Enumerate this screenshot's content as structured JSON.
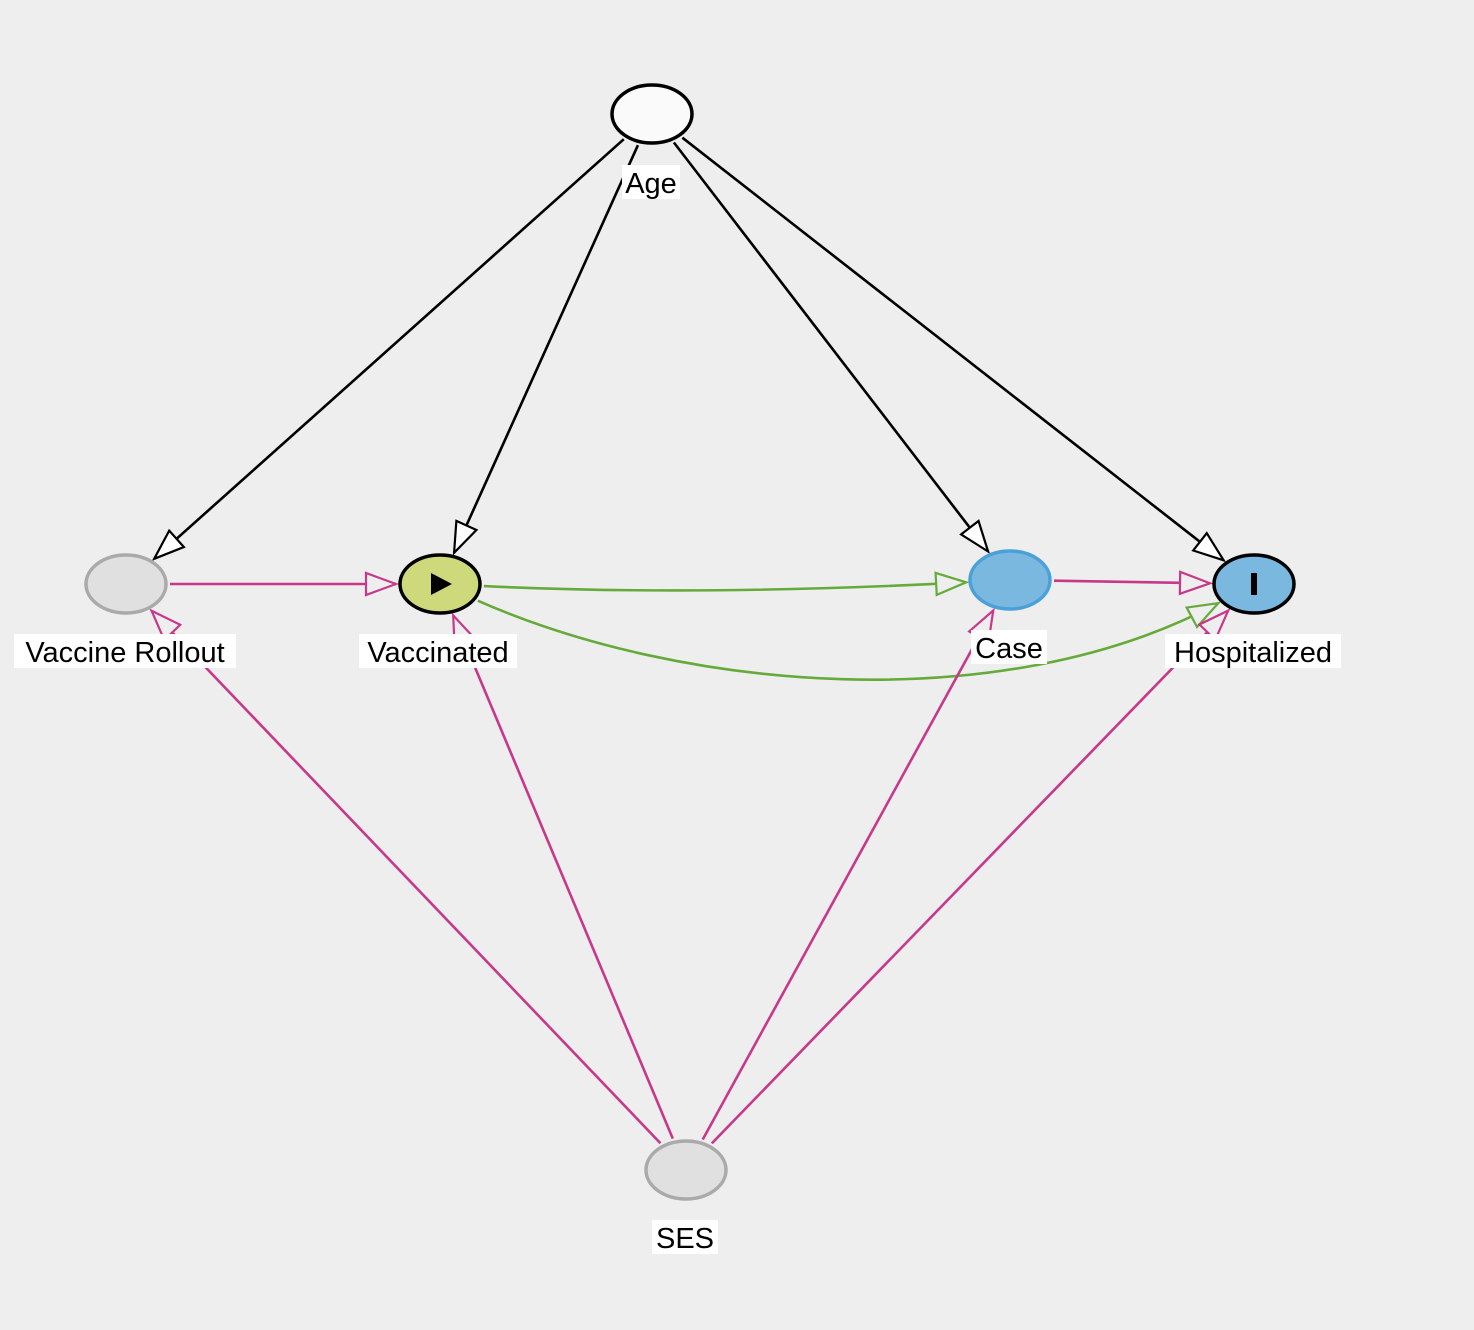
{
  "diagram": {
    "nodes": [
      {
        "id": "age",
        "label": "Age",
        "role": "adjusted",
        "fill": "#fafafa",
        "stroke": "#000000",
        "marker": ""
      },
      {
        "id": "vaccine-rollout",
        "label": "Vaccine Rollout",
        "role": "other",
        "fill": "#e0e0e0",
        "stroke": "#aaaaaa",
        "marker": ""
      },
      {
        "id": "vaccinated",
        "label": "Vaccinated",
        "role": "exposure",
        "fill": "#cdd97a",
        "stroke": "#000000",
        "marker": "play"
      },
      {
        "id": "case",
        "label": "Case",
        "role": "ancestor-of-outcome",
        "fill": "#7ab8e0",
        "stroke": "#4aa0d8",
        "marker": ""
      },
      {
        "id": "hospitalized",
        "label": "Hospitalized",
        "role": "outcome",
        "fill": "#7ab8e0",
        "stroke": "#000000",
        "marker": "bar"
      },
      {
        "id": "ses",
        "label": "SES",
        "role": "other",
        "fill": "#e0e0e0",
        "stroke": "#aaaaaa",
        "marker": ""
      }
    ],
    "edges": [
      {
        "from": "age",
        "to": "vaccine-rollout",
        "kind": "black"
      },
      {
        "from": "age",
        "to": "vaccinated",
        "kind": "black"
      },
      {
        "from": "age",
        "to": "case",
        "kind": "black"
      },
      {
        "from": "age",
        "to": "hospitalized",
        "kind": "black"
      },
      {
        "from": "vaccine-rollout",
        "to": "vaccinated",
        "kind": "biasing"
      },
      {
        "from": "vaccinated",
        "to": "case",
        "kind": "causal"
      },
      {
        "from": "vaccinated",
        "to": "hospitalized",
        "kind": "causal"
      },
      {
        "from": "case",
        "to": "hospitalized",
        "kind": "biasing"
      },
      {
        "from": "ses",
        "to": "vaccine-rollout",
        "kind": "biasing"
      },
      {
        "from": "ses",
        "to": "vaccinated",
        "kind": "biasing"
      },
      {
        "from": "ses",
        "to": "case",
        "kind": "biasing"
      },
      {
        "from": "ses",
        "to": "hospitalized",
        "kind": "biasing"
      }
    ],
    "colors": {
      "black": "#000000",
      "biasing": "#c8388a",
      "causal": "#66aa3a",
      "background": "#eeeeee"
    }
  }
}
